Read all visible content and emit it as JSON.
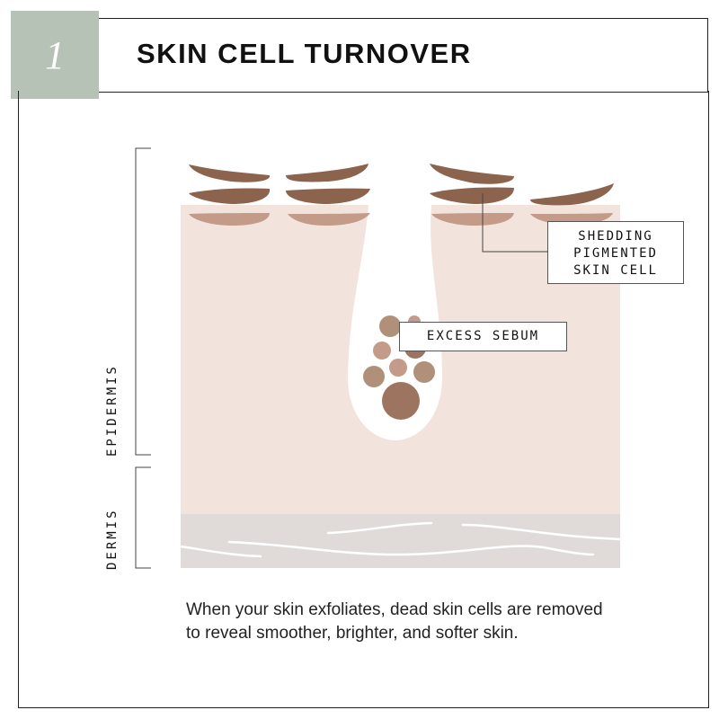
{
  "header": {
    "step_number": "1",
    "title": "SKIN CELL TURNOVER"
  },
  "diagram": {
    "layer_labels": {
      "epidermis": "EPIDERMIS",
      "dermis": "DERMIS"
    },
    "callouts": {
      "shedding_cell": [
        "SHEDDING",
        "PIGMENTED",
        "SKIN CELL"
      ],
      "sebum": "EXCESS SEBUM"
    },
    "colors": {
      "header_accent": "#b5c2b5",
      "epidermis": "#f2e3dc",
      "dermis": "#e0dbd8",
      "dark_cell": "#8c634d",
      "light_cell": "#c49a88"
    }
  },
  "caption": {
    "line1": "When your skin exfoliates, dead skin cells are removed",
    "line2": "to reveal smoother, brighter, and softer skin."
  }
}
